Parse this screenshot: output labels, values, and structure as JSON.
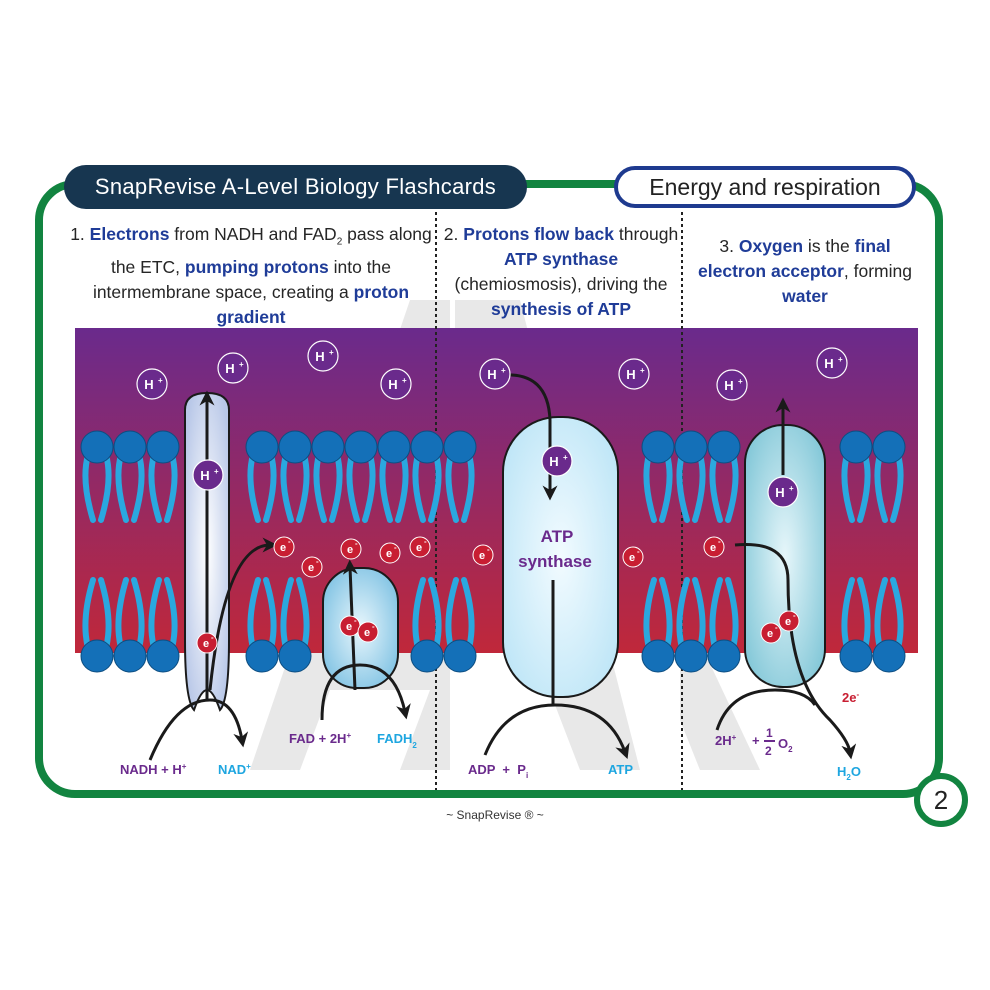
{
  "header": {
    "title": "SnapRevise A-Level Biology Flashcards",
    "topic": "Energy and respiration"
  },
  "steps": [
    {
      "number": "1.",
      "parts": [
        {
          "text": "Electrons",
          "bold": true
        },
        {
          "text": " from NADH and FAD",
          "bold": false
        },
        {
          "text": "2",
          "sub": true
        },
        {
          "text": " pass along the ETC, ",
          "bold": false
        },
        {
          "text": "pumping protons",
          "bold": true
        },
        {
          "text": " into the intermembrane space, creating a ",
          "bold": false
        },
        {
          "text": "proton gradient",
          "bold": true
        }
      ]
    },
    {
      "number": "2.",
      "parts": [
        {
          "text": "Protons flow back",
          "bold": true
        },
        {
          "text": " through ",
          "bold": false
        },
        {
          "text": "ATP synthase",
          "bold": true
        },
        {
          "text": " (chemiosmosis), driving the ",
          "bold": false
        },
        {
          "text": "synthesis of ATP",
          "bold": true
        }
      ]
    },
    {
      "number": "3.",
      "parts": [
        {
          "text": "Oxygen",
          "bold": true
        },
        {
          "text": " is the ",
          "bold": false
        },
        {
          "text": "final electron acceptor",
          "bold": true
        },
        {
          "text": ", forming ",
          "bold": false
        },
        {
          "text": "water",
          "bold": true
        }
      ]
    }
  ],
  "diagram": {
    "proton_label": "H",
    "proton_charge": "+",
    "electron_label": "e",
    "electron_charge": "-",
    "atp_synthase_label_line1": "ATP",
    "atp_synthase_label_line2": "synthase",
    "reactions": {
      "nadh": "NADH + H",
      "nadh_sup": "+",
      "nad": "NAD",
      "nad_sup": "+",
      "fad": "FAD + 2H",
      "fad_sup": "+",
      "fadh": "FADH",
      "fadh_sub": "2",
      "adp": "ADP  +  P",
      "adp_sub": "i",
      "atp": "ATP",
      "twoh": "2H",
      "twoh_sup": "+",
      "plus": "+",
      "half_num": "1",
      "half_den": "2",
      "o": "O",
      "o_sub": "2",
      "water_h": "H",
      "water_sub": "2",
      "water_o": "O",
      "two_e": "2e",
      "two_e_sup": "-"
    },
    "colors": {
      "gradient_top": "#6a2a8c",
      "gradient_bottom": "#c0283a",
      "phospholipid_head": "#1470b8",
      "phospholipid_tail": "#2aa8df",
      "proton": "#6a2a8c",
      "electron": "#c81e32",
      "purple_text": "#6a2a8c",
      "cyan_text": "#1ea6e0",
      "red_text": "#c81e32"
    }
  },
  "page_number": "2",
  "footer": "~ SnapRevise ® ~"
}
